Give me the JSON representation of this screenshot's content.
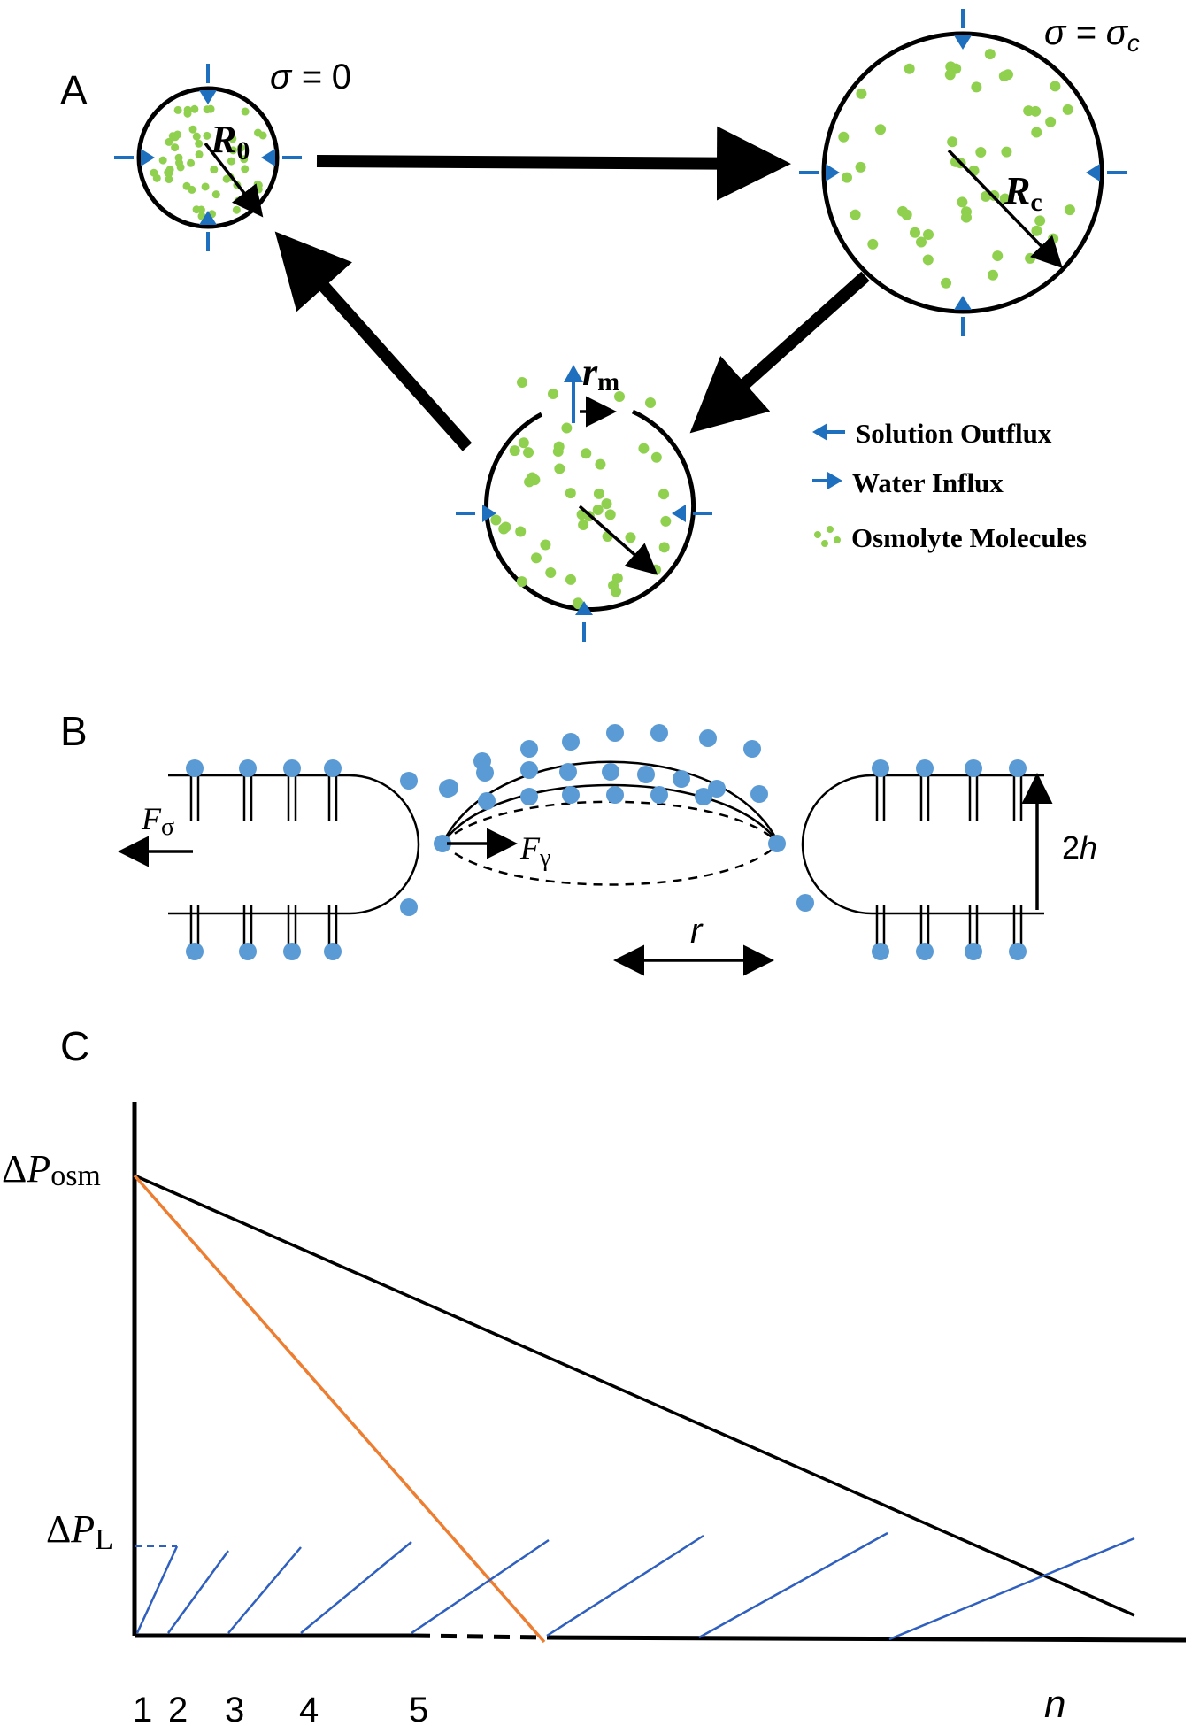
{
  "panel_a": {
    "label": "A",
    "state_relaxed": {
      "sigma_prefix": "σ = ",
      "sigma_value": "0",
      "radius_symbol": "R",
      "radius_subscript": "0"
    },
    "state_critical": {
      "sigma_prefix": "σ = ",
      "sigma_symbol": "σ",
      "sigma_subscript": "c",
      "radius_symbol": "R",
      "radius_subscript": "c"
    },
    "state_pore": {
      "pore_symbol": "r",
      "pore_subscript": "m"
    },
    "legend": {
      "solution_outflux": "Solution Outflux",
      "water_influx": "Water Influx",
      "osmolyte_molecules": "Osmolyte Molecules"
    },
    "colors": {
      "arrow_blue": "#1f6fbf",
      "osmolyte_green": "#8fd14f",
      "outline": "#000000"
    }
  },
  "panel_b": {
    "label": "B",
    "tension_force": {
      "symbol": "F",
      "subscript": "σ"
    },
    "line_tension_force": {
      "symbol": "F",
      "subscript": "γ"
    },
    "pore_radius": "r",
    "thickness": {
      "prefix": "2",
      "symbol": "h"
    },
    "colors": {
      "lipid_head": "#5b9bd5"
    }
  },
  "panel_c": {
    "label": "C",
    "y_tick_osm": {
      "delta": "Δ",
      "symbol": "P",
      "subscript": "osm"
    },
    "y_tick_l": {
      "delta": "Δ",
      "symbol": "P",
      "subscript": "L"
    },
    "x_label": "n",
    "x_ticks": [
      "1",
      "2",
      "3",
      "4",
      "5"
    ],
    "colors": {
      "envelope": "#000000",
      "fast_decay": "#ed7d31",
      "cycles": "#2f5fbf"
    }
  }
}
